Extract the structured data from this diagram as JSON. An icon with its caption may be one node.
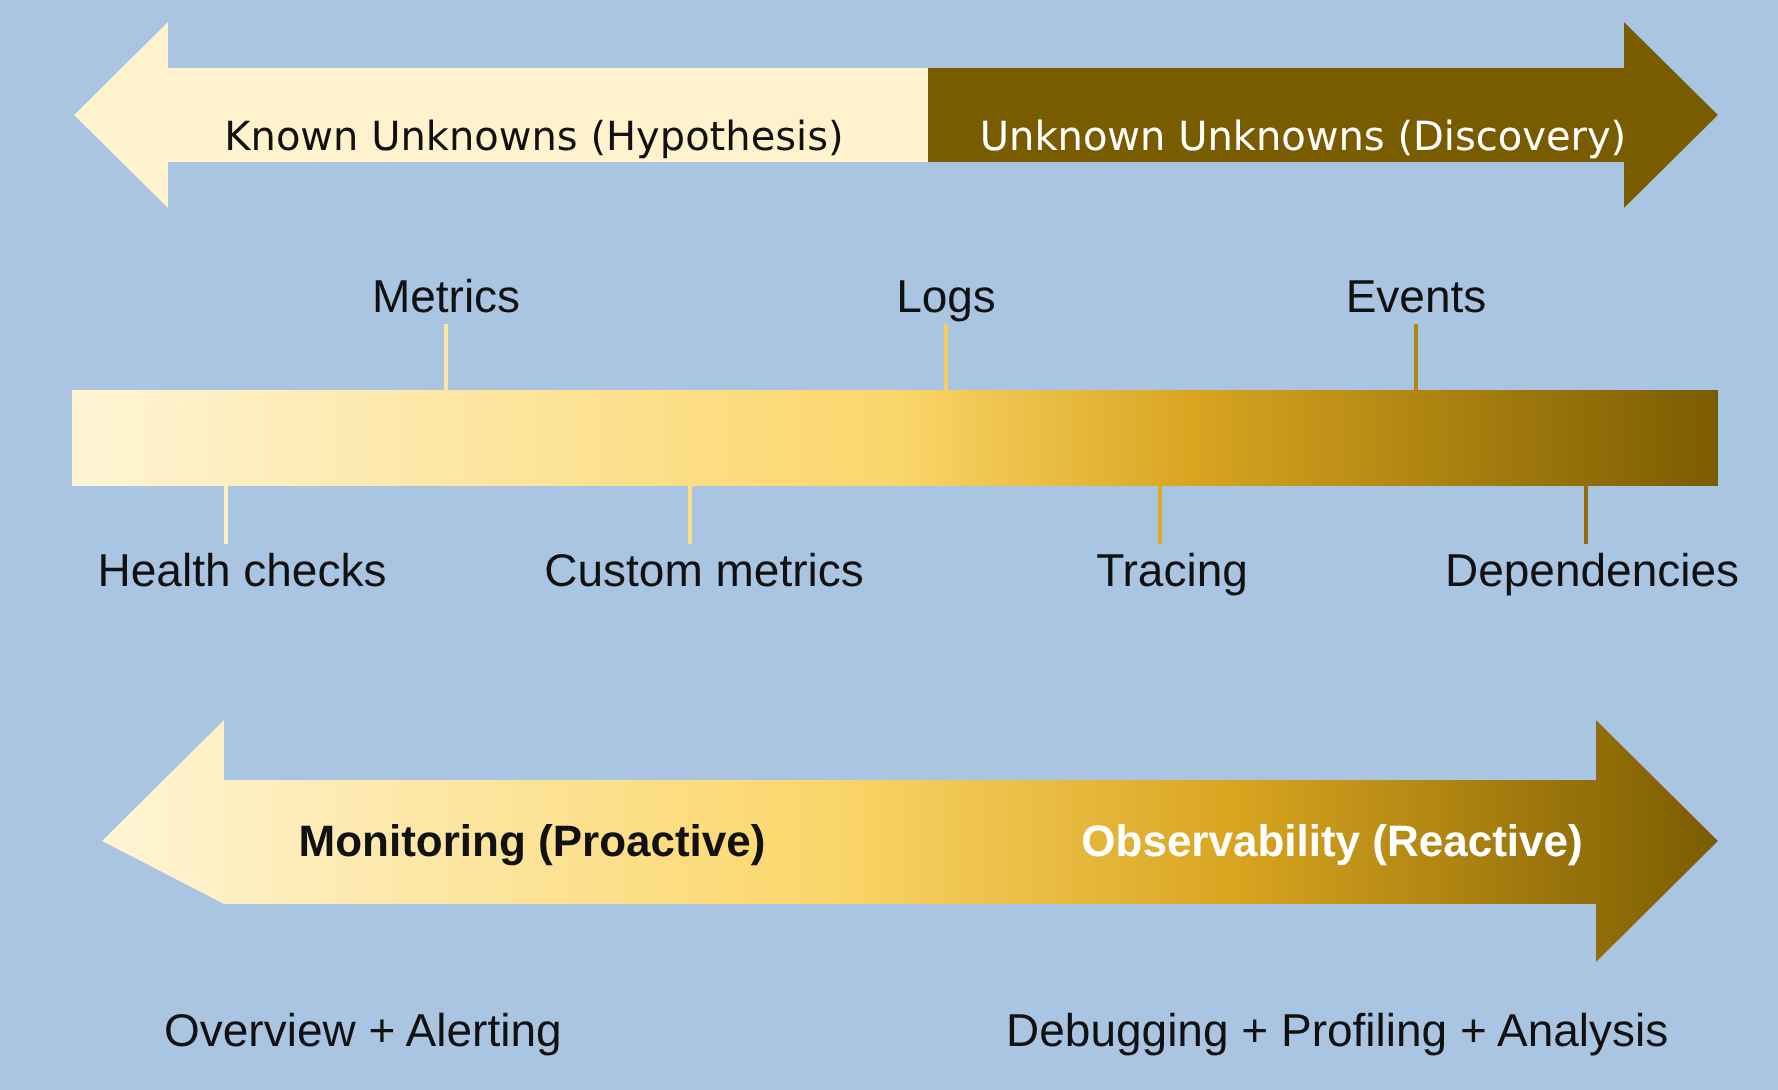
{
  "diagram": {
    "nodes": [
      {
        "text": [
          "Known Unknowns (Hypothesis)"
        ]
      },
      {
        "text": [
          "Unknown Unknowns (Discovery)"
        ]
      },
      {
        "text": [
          "Metrics"
        ]
      },
      {
        "text": [
          "Logs"
        ]
      },
      {
        "text": [
          "Events"
        ]
      },
      {
        "text": [],
        "shape": "bar"
      },
      {
        "text": [
          "Health checks"
        ]
      },
      {
        "text": [
          "Custom metrics"
        ]
      },
      {
        "text": [
          "Tracing"
        ]
      },
      {
        "text": [
          "Dependencies"
        ]
      },
      {
        "text": [
          "Monitoring (Proactive)",
          "Observability (Reactive)"
        ]
      }
    ],
    "edges": [
      {
        "from": 2,
        "to": 5,
        "arrow": "none"
      },
      {
        "from": 3,
        "to": 5,
        "arrow": "none"
      },
      {
        "from": 4,
        "to": 5,
        "arrow": "none",
        "color": "#b08612"
      },
      {
        "from": 6,
        "to": 5,
        "arrow": "none"
      },
      {
        "from": 7,
        "to": 5,
        "arrow": "none"
      },
      {
        "from": 8,
        "to": 5,
        "arrow": "none",
        "color": "#ddaa28"
      },
      {
        "from": 9,
        "to": 5,
        "arrow": "none",
        "color": "#926e08"
      }
    ],
    "labels": [
      "Overview + Alerting",
      "Debugging + Profiling + Analysis"
    ]
  }
}
